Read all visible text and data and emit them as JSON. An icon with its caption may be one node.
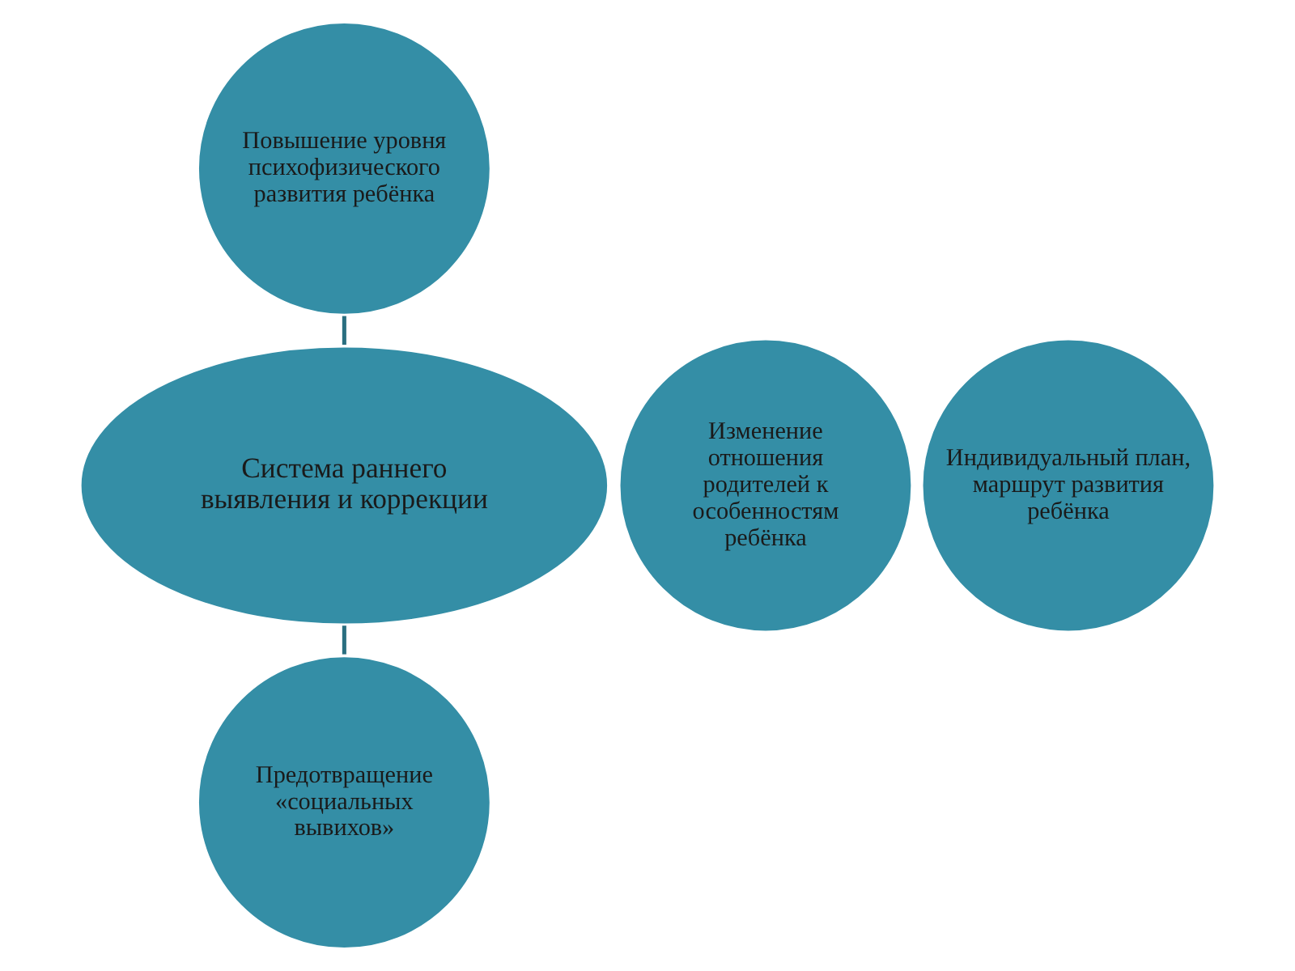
{
  "diagram": {
    "nodes": [
      {
        "text": [
          "Повышение уровня психофизического развития ребёнка"
        ]
      },
      {
        "text": [
          "Изменение отношения родителей к особенностям ребёнка"
        ]
      },
      {
        "text": [
          "Система раннего выявления и коррекции"
        ]
      },
      {
        "text": [
          "Индивидуальный план,",
          "маршрут развития ребёнка"
        ]
      },
      {
        "text": [
          "Предотвращение «социальных вывихов»"
        ]
      }
    ],
    "edges": [
      {
        "from": 0,
        "to": 2,
        "arrow": "none"
      },
      {
        "from": 2,
        "to": 4,
        "arrow": "none"
      }
    ]
  }
}
